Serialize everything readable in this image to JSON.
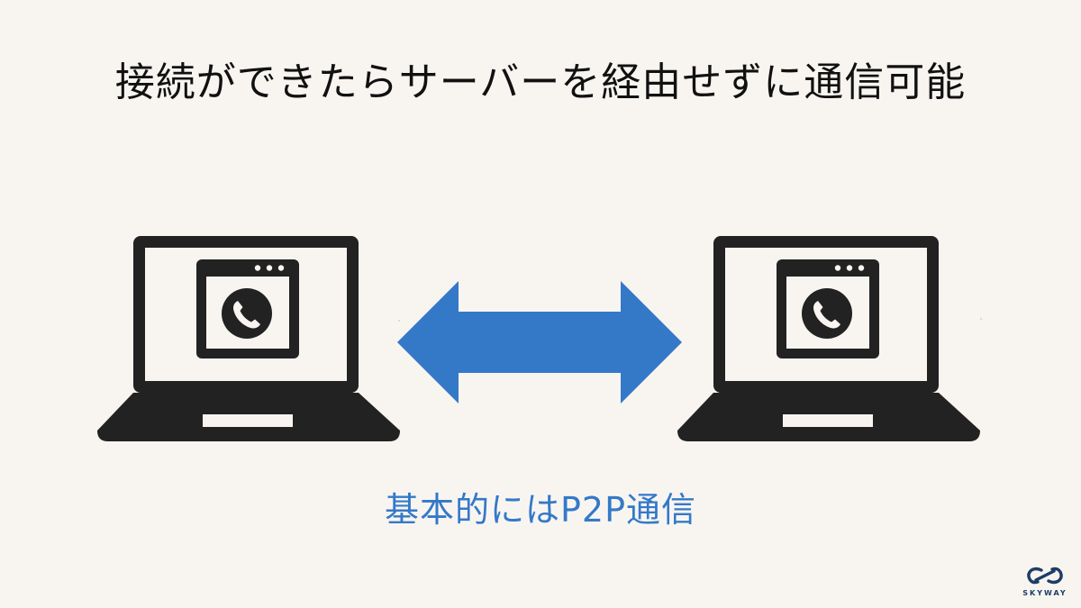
{
  "slide": {
    "title": "接続ができたらサーバーを経由せずに通信可能",
    "subtitle": "基本的にはP2P通信"
  },
  "colors": {
    "background": "#f8f5f1",
    "ink": "#222222",
    "accent": "#3479c8",
    "logo": "#1d3d66"
  },
  "icons": {
    "laptop": "laptop-icon",
    "browser_window": "browser-window-icon",
    "phone": "phone-icon",
    "arrow": "double-headed-arrow-icon",
    "logo": "skyway-logo"
  },
  "logo": {
    "text": "SKYWAY"
  }
}
